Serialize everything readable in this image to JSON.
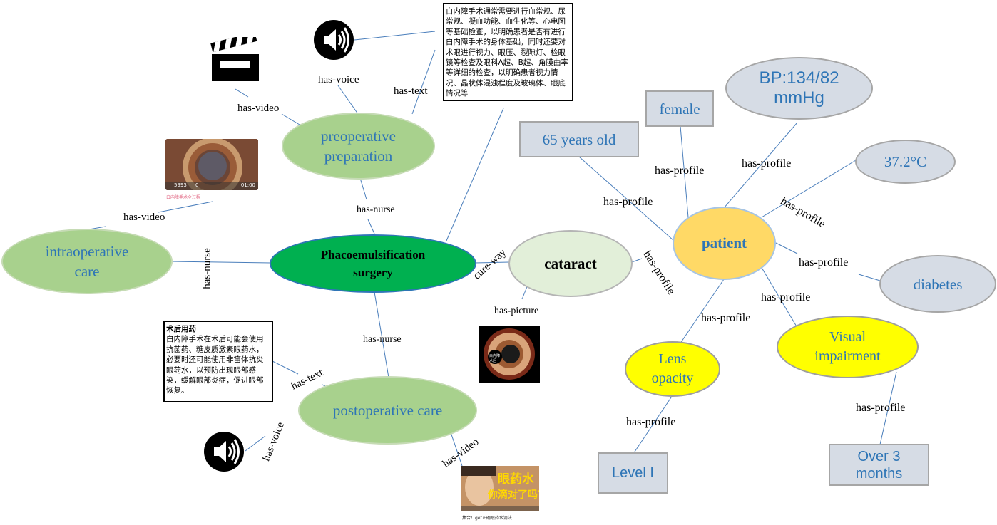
{
  "nodes": {
    "phaco": "Phacoemulsification surgery",
    "preoperative": "preoperative preparation",
    "intraoperative": "intraoperative care",
    "postoperative": "postoperative care",
    "cataract": "cataract",
    "patient": "patient",
    "female": "female",
    "age": "65 years old",
    "bp": "BP:134/82 mmHg",
    "temperature": "37.2°C",
    "diabetes": "diabetes",
    "visual_impairment": "Visual impairment",
    "lens_opacity": "Lens opacity",
    "level": "Level I",
    "duration": "Over 3 months"
  },
  "edge_labels": {
    "has_voice": "has-voice",
    "has_text": "has-text",
    "has_video": "has-video",
    "has_nurse": "has-nurse",
    "cure_way": "cure-way",
    "has_picture": "has-picture",
    "has_profile": "has-profile"
  },
  "texts": {
    "preop_text": "白内障手术通常需要进行血常规、尿常规、凝血功能、血生化等、心电图等基础检查，以明确患者是否有进行白内障手术的身体基础，同时还要对术眼进行视力、眼压、裂隙灯、检眼镜等检查及眼科A超、B超、角膜曲率等详细的检查，以明确患者视力情况、晶状体混浊程度及玻璃体、眼底情况等",
    "postop_title": "术后用药",
    "postop_text": "白内障手术在术后可能会使用抗菌药、糖皮质激素眼药水，必要时还可能使用非笛体抗炎眼药水，以预防出现眼部感染，缓解眼部炎症，促进眼部恢复。"
  },
  "media": {
    "intraop_video_caption": "白内障手术全过程",
    "intraop_video_views": "5993",
    "intraop_video_comments": "0",
    "intraop_video_duration": "01:00",
    "cataract_picture_text": "白内障术后",
    "postop_video_title_line1": "眼药水",
    "postop_video_title_line2": "你滴对了吗？",
    "postop_video_caption": "集合！get正确眼药水滴法"
  },
  "icons": {
    "speaker": "speaker-icon",
    "clapperboard": "clapperboard-icon"
  },
  "colors": {
    "edge": "#4a7ebb",
    "label_text": "#2e75b6",
    "surgery_node": "#00b050",
    "stage_node": "#a8d18d",
    "patient_node": "#ffd966",
    "symptom_node": "#ffff00",
    "profile_node": "#d6dce5",
    "cataract_node": "#e2efd9"
  }
}
